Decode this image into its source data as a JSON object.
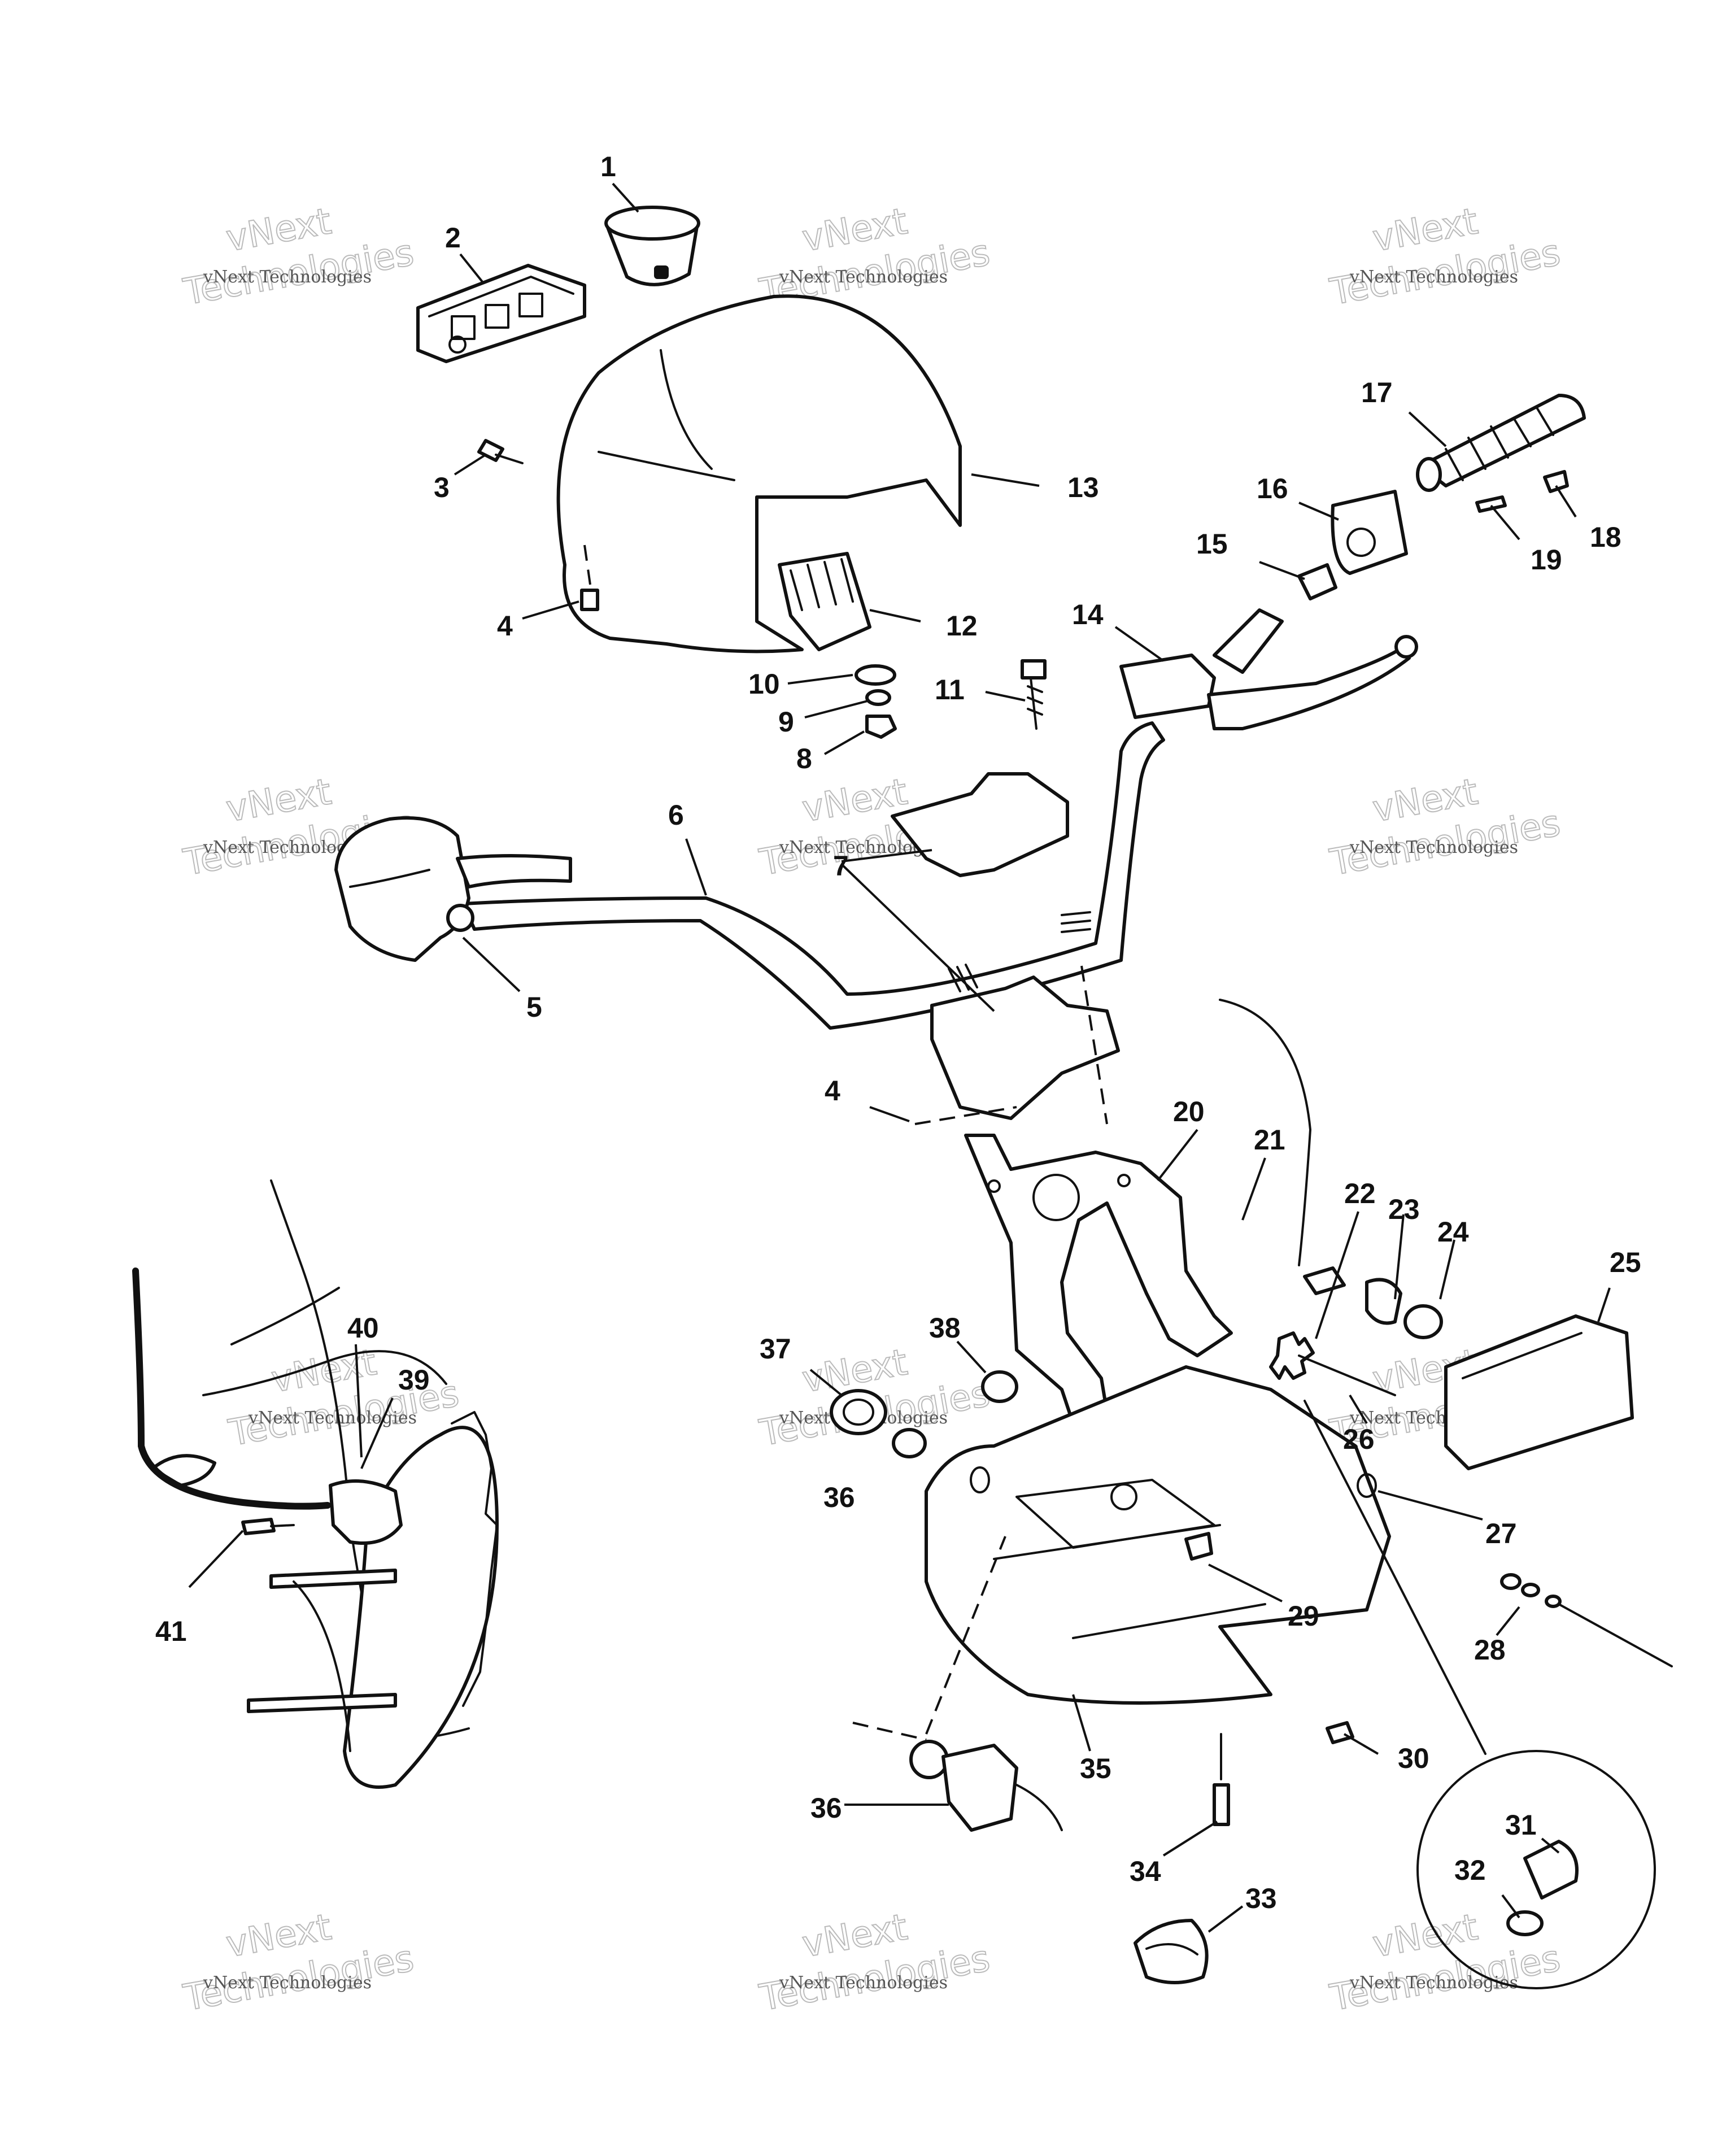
{
  "diagram": {
    "callouts": [
      "1",
      "2",
      "3",
      "4",
      "5",
      "6",
      "7",
      "8",
      "9",
      "10",
      "11",
      "12",
      "13",
      "14",
      "15",
      "16",
      "17",
      "18",
      "19",
      "4",
      "20",
      "21",
      "22",
      "23",
      "24",
      "25",
      "26",
      "27",
      "28",
      "29",
      "30",
      "31",
      "32",
      "33",
      "34",
      "35",
      "36",
      "36",
      "37",
      "38",
      "39",
      "40",
      "41"
    ]
  },
  "watermark": {
    "line1": "vNext Technologies",
    "line2": "vNext",
    "line3": "Technologies"
  }
}
